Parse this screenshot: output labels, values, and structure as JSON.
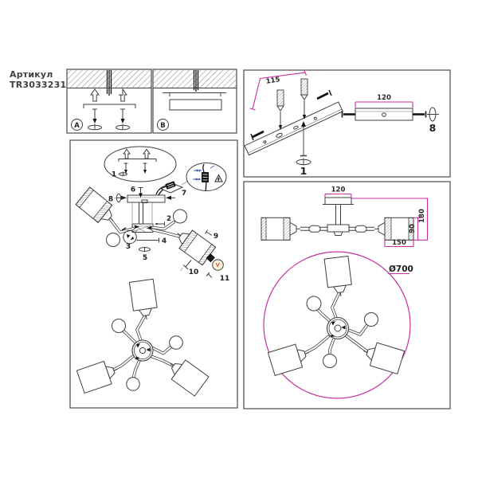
{
  "article": {
    "label": "Артикул",
    "number": "TR3033231"
  },
  "panel_a": {
    "label": "A"
  },
  "panel_b": {
    "label": "B"
  },
  "mounting_hardware": {
    "anchor_spacing": "115",
    "bracket_length": "120"
  },
  "assembly_steps": {
    "s1": "1",
    "s2": "2",
    "s3": "3",
    "s4": "4",
    "s5": "5",
    "s6": "6",
    "s7": "7",
    "s8": "8",
    "s9": "9",
    "s10": "10",
    "s11": "11"
  },
  "dimensions": {
    "canopy_width": "120",
    "total_height": "180",
    "shade_height": "90",
    "shade_width": "150",
    "diameter": "Ø700"
  },
  "colors": {
    "accent": "#c9309d",
    "line": "#3f3f3f",
    "blue_arrow": "#4a5fb5",
    "bulb_glass": "#fdf0d8",
    "filament": "#c23b2e"
  }
}
